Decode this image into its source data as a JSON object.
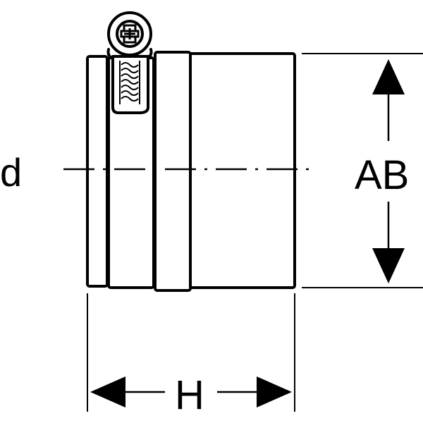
{
  "labels": {
    "diameter": "d",
    "outer": "AB",
    "height": "H"
  },
  "colors": {
    "line": "#000000",
    "background": "#ffffff"
  }
}
